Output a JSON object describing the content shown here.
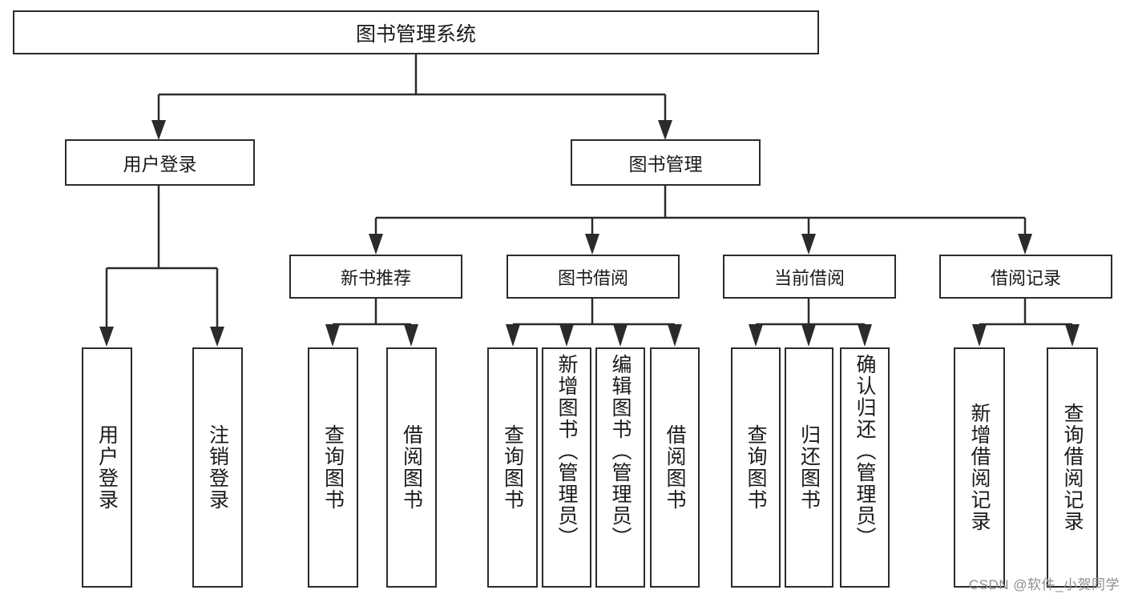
{
  "diagram": {
    "type": "tree",
    "title": "图书管理系统",
    "root": {
      "label": "图书管理系统"
    },
    "level2": [
      {
        "label": "用户登录"
      },
      {
        "label": "图书管理"
      }
    ],
    "level3": [
      {
        "label": "新书推荐"
      },
      {
        "label": "图书借阅"
      },
      {
        "label": "当前借阅"
      },
      {
        "label": "借阅记录"
      }
    ],
    "leaves": {
      "user_login": [
        {
          "label": "用户登录"
        },
        {
          "label": "注销登录"
        }
      ],
      "new_book_recommend": [
        {
          "label": "查询图书"
        },
        {
          "label": "借阅图书"
        }
      ],
      "book_borrow": [
        {
          "label": "查询图书"
        },
        {
          "label": "新增图书（管理员）"
        },
        {
          "label": "编辑图书（管理员）"
        },
        {
          "label": "借阅图书"
        }
      ],
      "current_borrow": [
        {
          "label": "查询图书"
        },
        {
          "label": "归还图书"
        },
        {
          "label": "确认归还（管理员）"
        }
      ],
      "borrow_record": [
        {
          "label": "新增借阅记录"
        },
        {
          "label": "查询借阅记录"
        }
      ]
    }
  },
  "watermark": {
    "text": "CSDN @软件_小贺同学"
  },
  "colors": {
    "border": "#2b2b2b",
    "background": "#ffffff",
    "text": "#1a1a1a",
    "watermark": "#8e8e8e"
  }
}
